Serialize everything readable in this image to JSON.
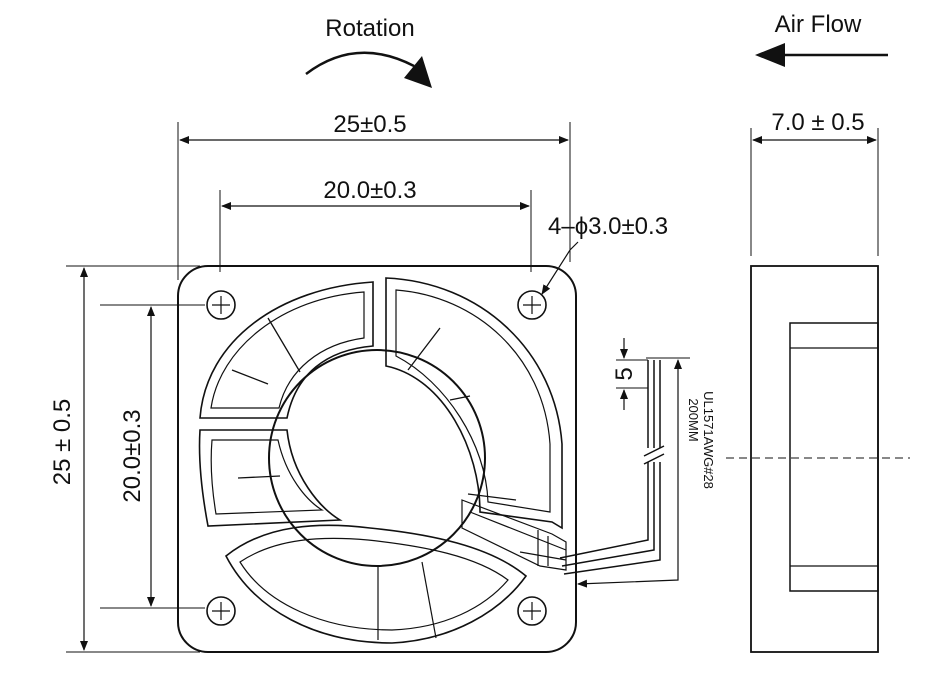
{
  "labels": {
    "rotation": "Rotation",
    "air_flow": "Air Flow",
    "width_outer": "25±0.5",
    "width_hole_pitch": "20.0±0.3",
    "thickness": "7.0 ± 0.5",
    "holes": "4–ϕ3.0±0.3",
    "height_outer": "25 ± 0.5",
    "height_hole_pitch": "20.0±0.3",
    "strip_length": "5",
    "wire_spec": "UL1571AWG#28",
    "wire_length": "200MM"
  }
}
